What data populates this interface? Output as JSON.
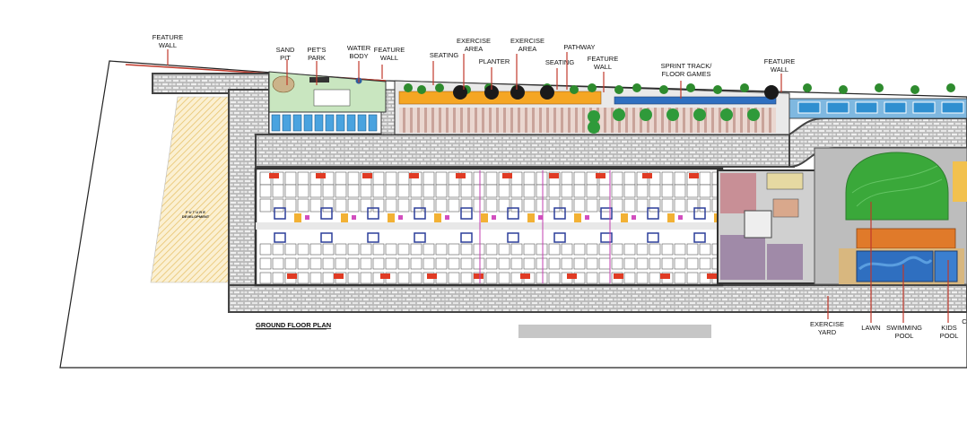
{
  "plan": {
    "title": "GROUND FLOOR PLAN",
    "future_area_lines": [
      "F U T U R E",
      "DEVELOPMENT"
    ],
    "labels": [
      {
        "id": "feature-wall-1",
        "lines": [
          "FEATURE",
          "WALL"
        ]
      },
      {
        "id": "sand-pit",
        "lines": [
          "SAND",
          "PIT"
        ]
      },
      {
        "id": "pets-park",
        "lines": [
          "PET'S",
          "PARK"
        ]
      },
      {
        "id": "water-body",
        "lines": [
          "WATER",
          "BODY"
        ]
      },
      {
        "id": "feature-wall-2",
        "lines": [
          "FEATURE",
          "WALL"
        ]
      },
      {
        "id": "seating-1",
        "lines": [
          "SEATING"
        ]
      },
      {
        "id": "exercise-area-1",
        "lines": [
          "EXERCISE",
          "AREA"
        ]
      },
      {
        "id": "planter",
        "lines": [
          "PLANTER"
        ]
      },
      {
        "id": "exercise-area-2",
        "lines": [
          "EXERCISE",
          "AREA"
        ]
      },
      {
        "id": "seating-2",
        "lines": [
          "SEATING"
        ]
      },
      {
        "id": "pathway",
        "lines": [
          "PATHWAY"
        ]
      },
      {
        "id": "feature-wall-3",
        "lines": [
          "FEATURE",
          "WALL"
        ]
      },
      {
        "id": "sprint-track",
        "lines": [
          "SPRINT TRACK/",
          "FLOOR GAMES"
        ]
      },
      {
        "id": "feature-wall-4",
        "lines": [
          "FEATURE",
          "WALL"
        ]
      },
      {
        "id": "exercise-yard",
        "lines": [
          "EXERCISE",
          "YARD"
        ]
      },
      {
        "id": "lawn",
        "lines": [
          "LAWN"
        ]
      },
      {
        "id": "swimming-pool",
        "lines": [
          "SWIMMING",
          "POOL"
        ]
      },
      {
        "id": "kids-pool",
        "lines": [
          "KIDS",
          "POOL"
        ]
      },
      {
        "id": "cut-off-label",
        "lines": [
          "C"
        ]
      }
    ]
  },
  "colors": {
    "leader": "#c0392b",
    "paving": "#d9d9d9",
    "wall": "#3a3a3a",
    "lawn": "#3aa83a",
    "pool": "#2f6fc0",
    "deck": "#e07a2a",
    "hatch": "#f3d99a"
  }
}
